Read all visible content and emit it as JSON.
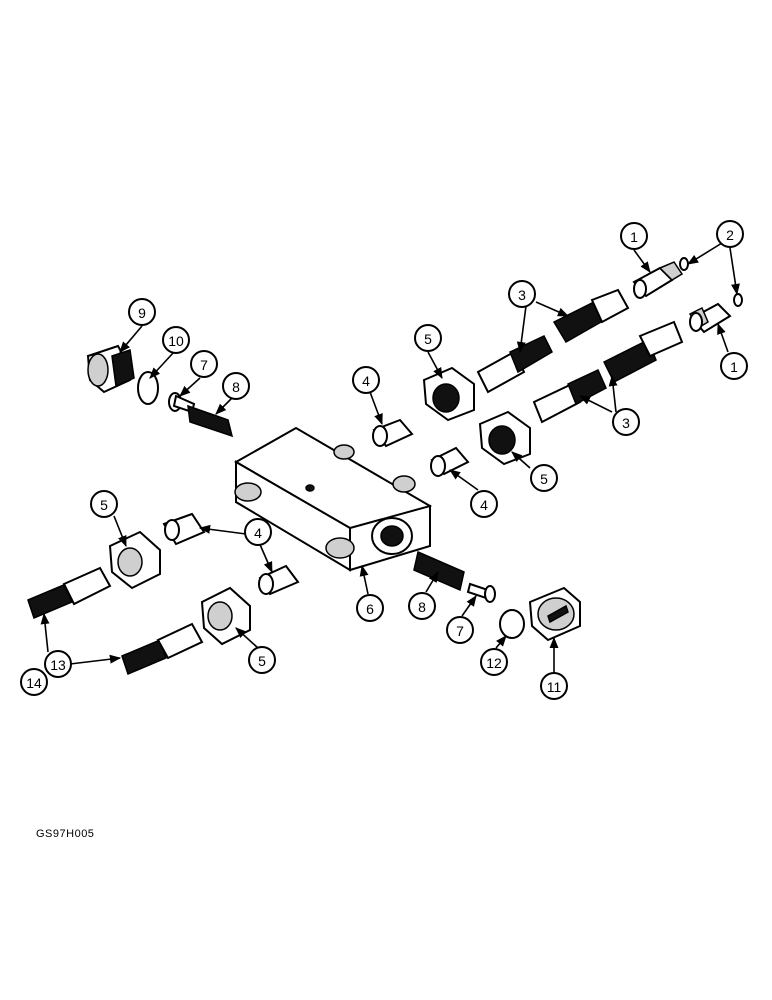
{
  "figure_code": "GS97H005",
  "callouts": [
    "1",
    "2",
    "2",
    "1",
    "3",
    "3",
    "9",
    "10",
    "7",
    "8",
    "5",
    "4",
    "5",
    "4",
    "5",
    "4",
    "6",
    "8",
    "7",
    "12",
    "11",
    "5",
    "13",
    "14"
  ]
}
